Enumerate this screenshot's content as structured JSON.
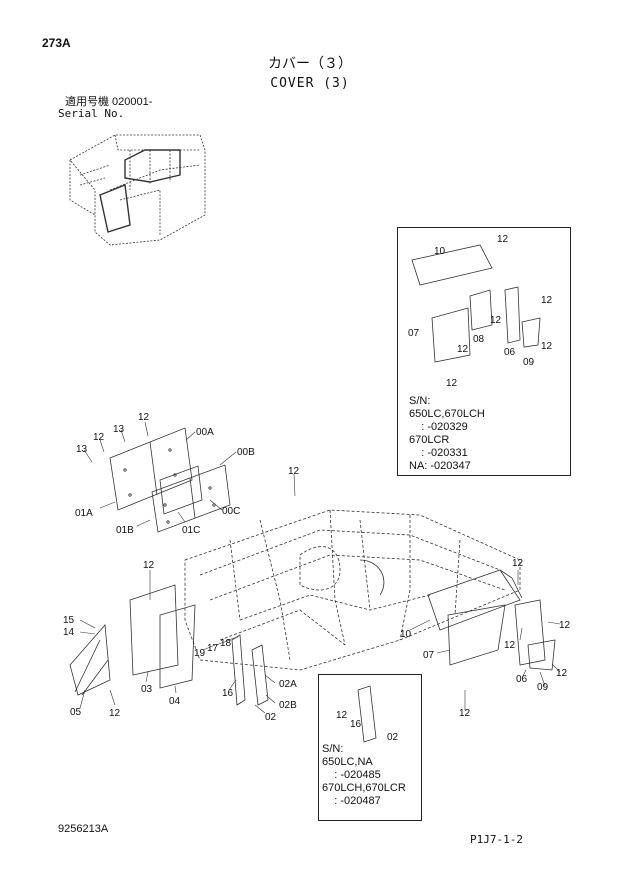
{
  "header": {
    "page_number": "273A",
    "title_jp": "カバー（３）",
    "title_en": "COVER (3)",
    "serial_jp": "適用号機 020001-",
    "serial_en": "Serial No."
  },
  "footer": {
    "drawing_number": "9256213A",
    "page_ref": "P1J7-1-2"
  },
  "callouts": {
    "c_00a": "00A",
    "c_00b": "00B",
    "c_00c": "00C",
    "c_01a": "01A",
    "c_01b": "01B",
    "c_01c": "01C",
    "c_13a": "13",
    "c_13b": "13",
    "c_12a": "12",
    "c_12b": "12",
    "c_12c": "12",
    "c_12d": "12",
    "c_15": "15",
    "c_14": "14",
    "c_05": "05",
    "c_12e": "12",
    "c_03": "03",
    "c_04": "04",
    "c_19": "19",
    "c_17": "17",
    "c_18": "18",
    "c_16": "16",
    "c_02a": "02A",
    "c_02b": "02B",
    "c_02": "02",
    "c_10": "10",
    "c_07": "07",
    "c_12f": "12",
    "c_12g": "12",
    "c_12h": "12",
    "c_12i": "12",
    "c_12j": "12",
    "c_06": "06",
    "c_09": "09"
  },
  "inset_top": {
    "labels": {
      "l10": "10",
      "l12a": "12",
      "l12b": "12",
      "l07": "07",
      "l12c": "12",
      "l08": "08",
      "l12d": "12",
      "l12e": "12",
      "l06": "06",
      "l09": "09",
      "l12f": "12"
    },
    "sn_text": "S/N:\n650LC,670LCH\n    : -020329\n670LCR\n    : -020331\nNA: -020347"
  },
  "inset_bottom": {
    "labels": {
      "l12": "12",
      "l16": "16",
      "l02": "02"
    },
    "sn_text": "S/N:\n650LC,NA\n    : -020485\n670LCH,670LCR\n    : -020487"
  }
}
